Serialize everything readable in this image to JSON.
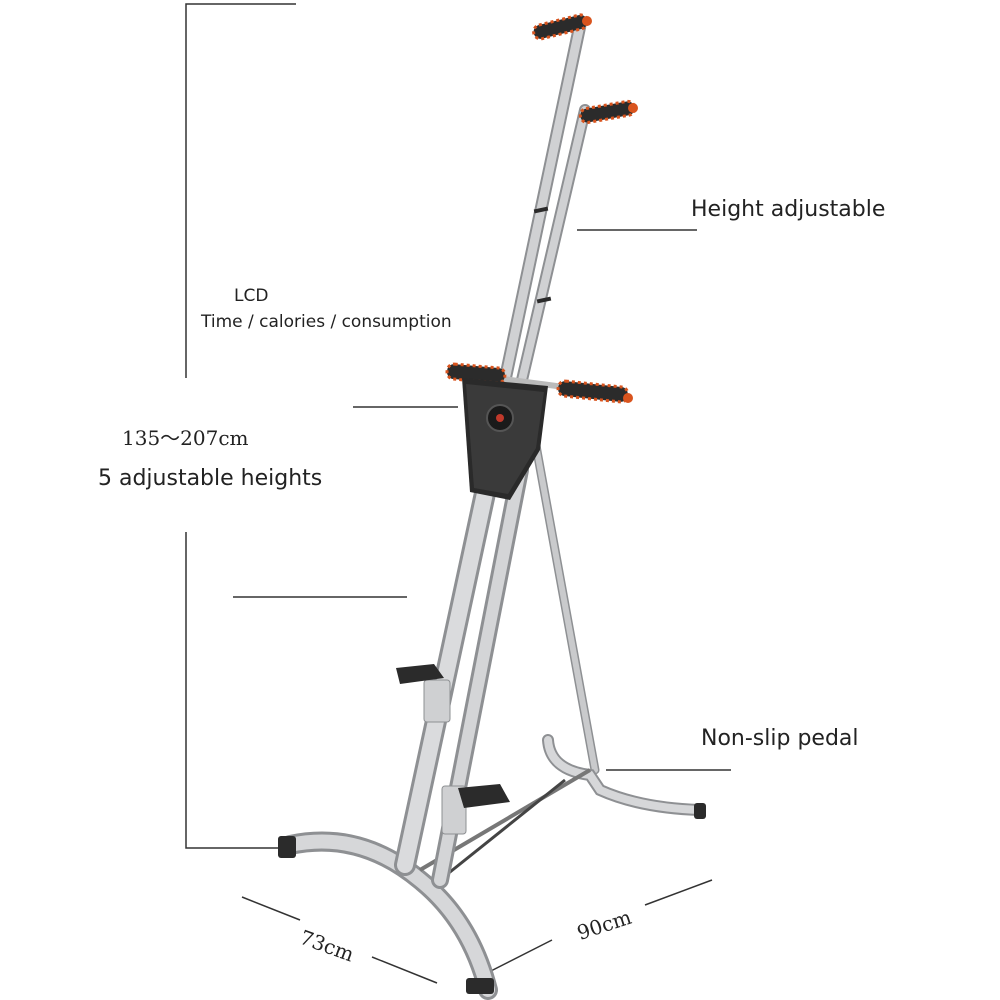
{
  "labels": {
    "height_adjustable": "Height adjustable",
    "lcd_title": "LCD",
    "lcd_detail": "Time / calories / consumption",
    "height_range": "135～207cm",
    "adjustable_heights": "5 adjustable heights",
    "non_slip_pedal": "Non-slip pedal",
    "width_dimension": "73cm",
    "depth_dimension": "90cm"
  },
  "colors": {
    "frame_silver": "#c9cacc",
    "frame_shadow": "#8e9093",
    "grip_orange": "#d9541e",
    "grip_dark": "#2b2b2b",
    "console_black": "#2a2a2a",
    "callout_line": "#333333",
    "text": "#222222"
  },
  "icons": {
    "lcd_display": "lcd-display-icon"
  }
}
